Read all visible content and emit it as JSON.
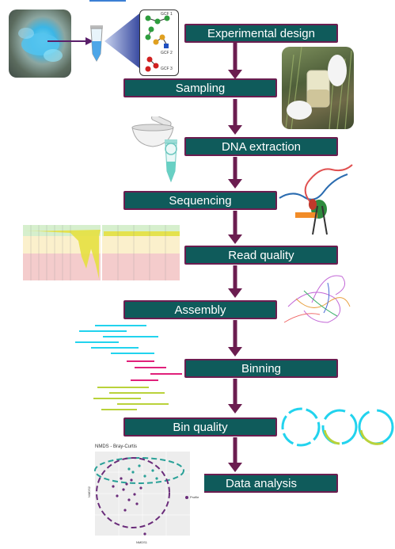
{
  "steps": [
    {
      "id": "experimental-design",
      "label": "Experimental design"
    },
    {
      "id": "sampling",
      "label": "Sampling"
    },
    {
      "id": "dna-extraction",
      "label": "DNA extraction"
    },
    {
      "id": "sequencing",
      "label": "Sequencing"
    },
    {
      "id": "read-quality",
      "label": "Read quality"
    },
    {
      "id": "assembly",
      "label": "Assembly"
    },
    {
      "id": "binning",
      "label": "Binning"
    },
    {
      "id": "bin-quality",
      "label": "Bin quality"
    },
    {
      "id": "data-analysis",
      "label": "Data analysis"
    }
  ],
  "gcf_labels": [
    "GCF 1",
    "GCF 2",
    "GCF 3"
  ],
  "nmds": {
    "title": "NMDS - Bray-Curtis",
    "xlabel": "NMDS1",
    "ylabel": "NMDS2",
    "legend": "Profile"
  },
  "colors": {
    "box_fill": "#0f5b5b",
    "box_border": "#6b1d50",
    "arrow": "#6b1d50",
    "cyan": "#22d3ee",
    "magenta": "#e0207a",
    "yellowgreen": "#b9d23a",
    "teal_ellipse": "#2aa198",
    "purple_ellipse": "#6a2c7a"
  }
}
